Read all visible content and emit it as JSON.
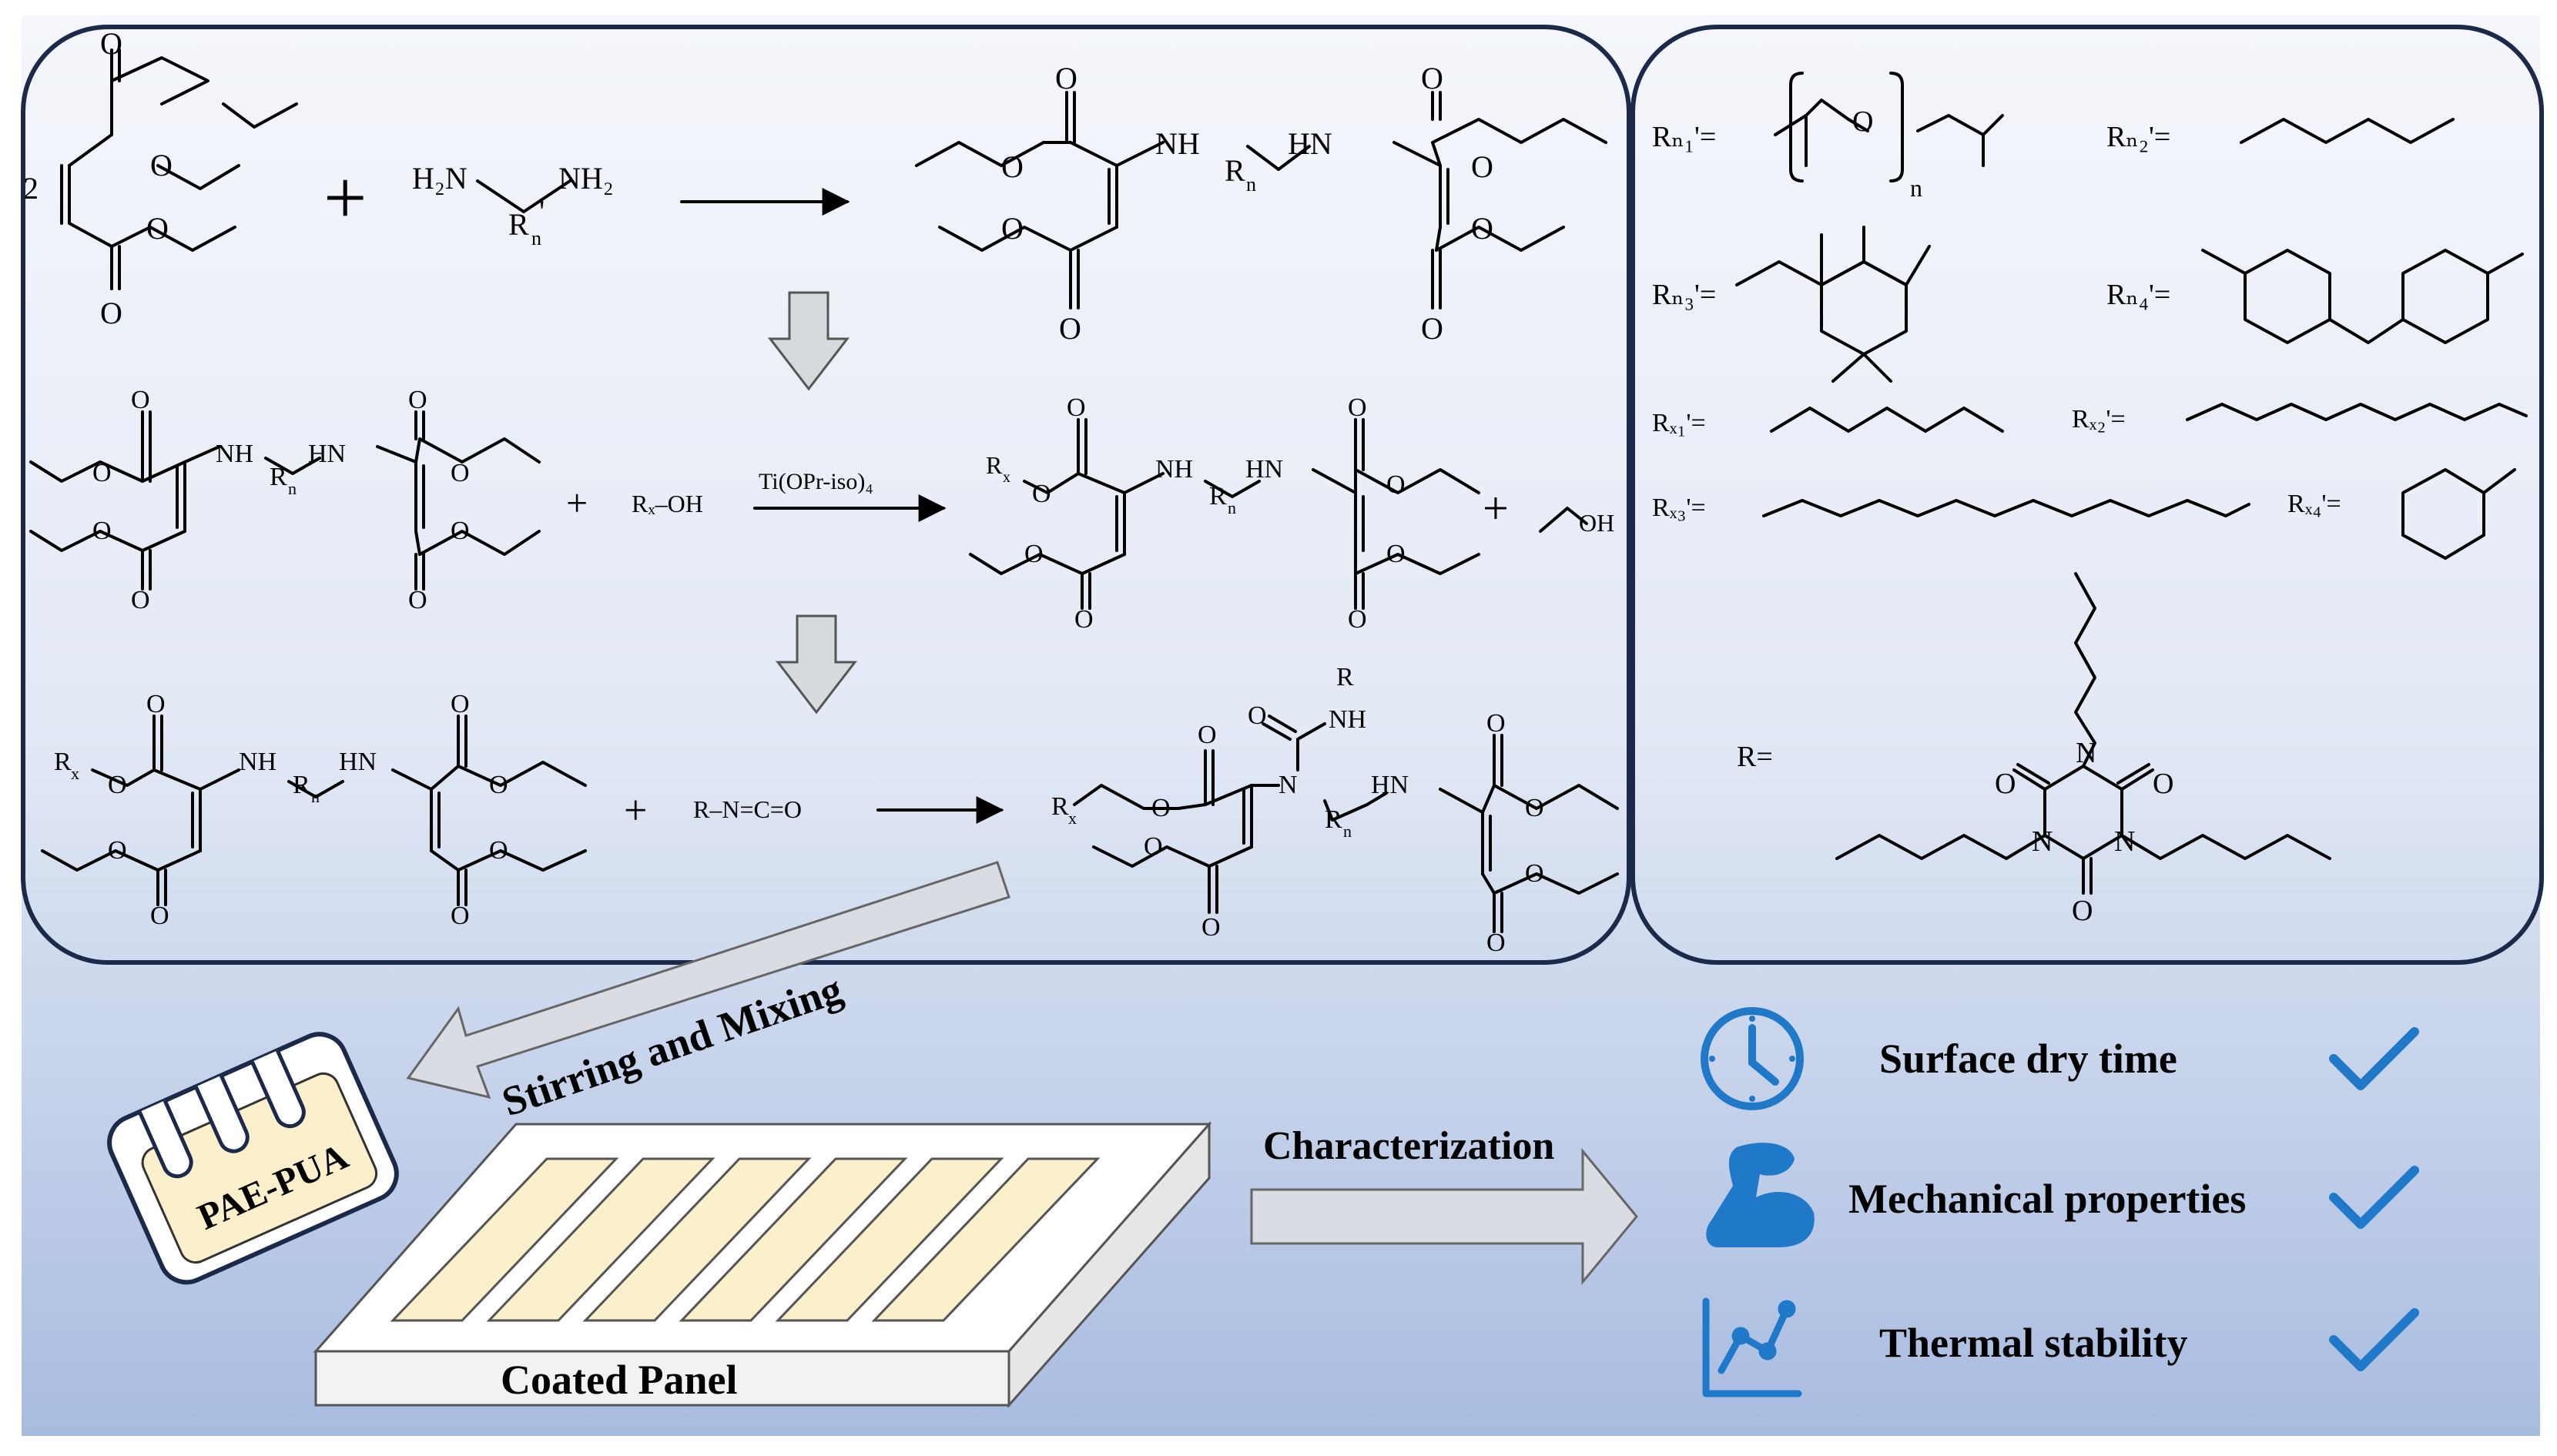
{
  "labels": {
    "coef": "2",
    "plus": "+",
    "h2n": "H₂N",
    "nh2": "NH₂",
    "rn_diamine": "R",
    "rn_diamine_sub": "n",
    "prime": "'",
    "o": "O",
    "oh": "OH",
    "nh": "NH",
    "hn": "HN",
    "n": "N",
    "r_rn": "R",
    "rn_sub": "n",
    "rx": "R",
    "rx_sub": "x",
    "rxoh": "Rₓ–OH",
    "catalyst": "Ti(OPr-iso)₄",
    "isocyanate": "R–N=C=O",
    "urea_r": "R",
    "urea_nh": "NH",
    "r_equals": "R=",
    "n_subscript": "n"
  },
  "r_definitions": {
    "rn1": "Rₙ₁'=",
    "rn2": "Rₙ₂'=",
    "rn3": "Rₙ₃'=",
    "rn4": "Rₙ₄'=",
    "rx1": "Rₓ₁'=",
    "rx2": "Rₓ₂'=",
    "rx3": "Rₓ₃'=",
    "rx4": "Rₓ₄'="
  },
  "process": {
    "stirring": "Stirring and Mixing",
    "product": "PAE-PUA",
    "panel": "Coated Panel",
    "characterization": "Characterization"
  },
  "properties": [
    {
      "label": "Surface dry time",
      "icon": "clock-icon"
    },
    {
      "label": "Mechanical properties",
      "icon": "bicep-icon"
    },
    {
      "label": "Thermal stability",
      "icon": "line-chart-icon"
    }
  ],
  "colors": {
    "panel_border": "#1b2a4a",
    "accent_blue": "#1f78c8",
    "arrow_gray": "#d0d3d8",
    "coating": "#fbefcc",
    "bg_top": "#eef2fa",
    "bg_bottom": "#a9bde0"
  }
}
